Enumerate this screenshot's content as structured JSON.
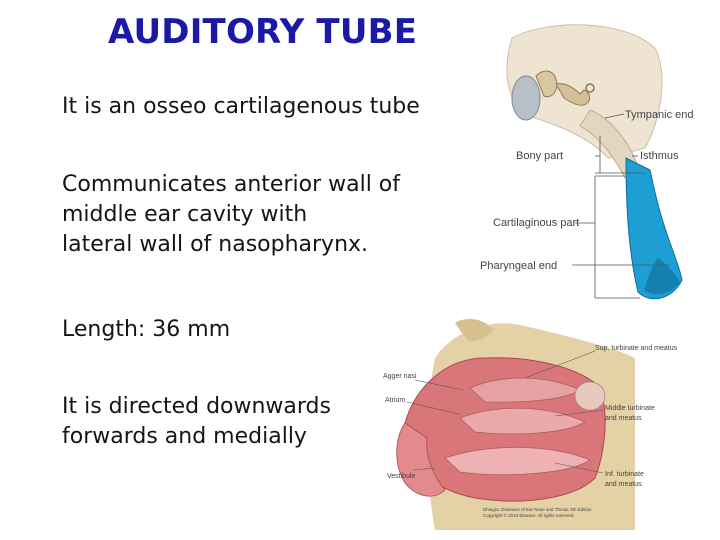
{
  "title": "AUDITORY TUBE",
  "paragraphs": {
    "p1": [
      "It is an osseo cartilagenous tube"
    ],
    "p2": [
      "Communicates anterior wall of",
      "middle ear cavity with",
      "lateral wall of nasopharynx."
    ],
    "p3": [
      "Length: 36 mm"
    ],
    "p4": [
      "It is directed downwards",
      " forwards and medially"
    ]
  },
  "tube_figure": {
    "labels": {
      "tympanic_end": "Tympanic end",
      "bony_part": "Bony part",
      "isthmus": "Isthmus",
      "cartilaginous_part": "Cartilaginous part",
      "pharyngeal_end": "Pharyngeal end"
    },
    "colors": {
      "tube": "#1e9fd3",
      "bone": "#e9dcc8"
    }
  },
  "nasal_figure": {
    "labels": {
      "sup_turbinate": "Sup. turbinate and meatus",
      "agger_nasi": "Agger nasi",
      "atrium": "Atrium",
      "middle_turbinate": [
        "Middle turbinate",
        "and meatus"
      ],
      "vestibule": "Vestibule",
      "inf_turbinate": [
        "Inf. turbinate",
        "and meatus"
      ]
    },
    "credit": [
      "Dhingra: Diseases of Ear Nose and Throat, 5th Edition",
      "Copyright © 2010 Elsevier. All rights reserved."
    ],
    "colors": {
      "mucosa": "#d9767a",
      "bone": "#e4d2a6"
    }
  }
}
